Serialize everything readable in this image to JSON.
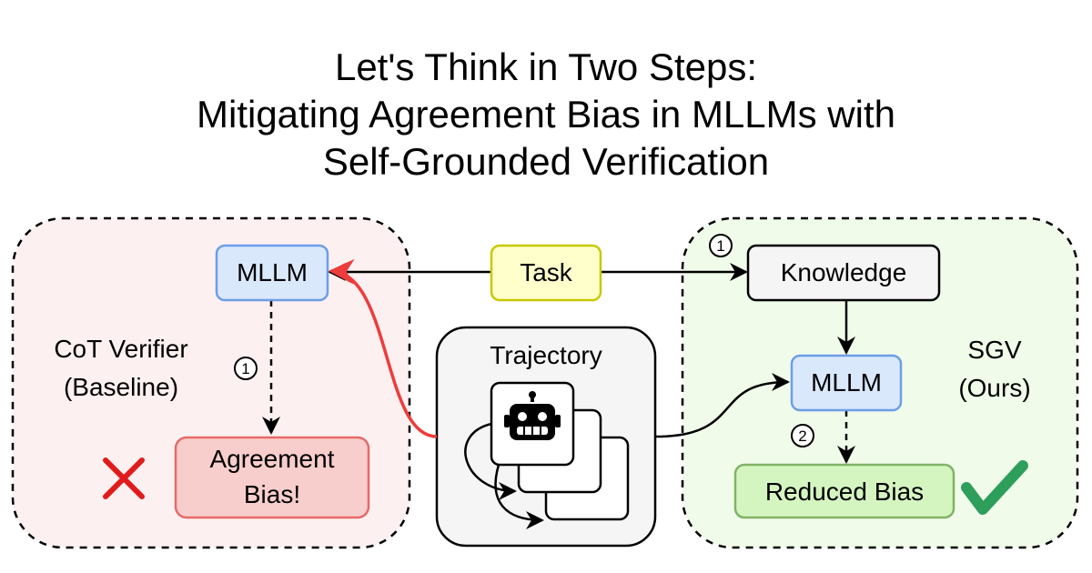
{
  "title": {
    "line1": "Let's Think in Two Steps:",
    "line2": "Mitigating Agreement Bias in MLLMs with",
    "line3": "Self-Grounded Verification"
  },
  "baseline": {
    "model": "MLLM",
    "name_line1": "CoT Verifier",
    "name_line2": "(Baseline)",
    "step": "1",
    "result_line1": "Agreement",
    "result_line2": "Bias!",
    "result_icon": "cross-icon"
  },
  "center": {
    "task": "Task",
    "trajectory": "Trajectory",
    "icon": "robot-icon"
  },
  "ours": {
    "step1": "1",
    "knowledge": "Knowledge",
    "model": "MLLM",
    "name_line1": "SGV",
    "name_line2": "(Ours)",
    "step2": "2",
    "result": "Reduced Bias",
    "result_icon": "checkmark-icon"
  },
  "colors": {
    "baseline_panel": "#fdf0f0",
    "ours_panel": "#f0fbea",
    "trajectory_panel": "#f5f5f5",
    "mllm_fill": "#dae8fc",
    "mllm_stroke": "#6c9ee8",
    "task_fill": "#ffffcc",
    "task_stroke": "#c8c800",
    "agreement_fill": "#f8cecc",
    "agreement_stroke": "#e66a6a",
    "reduced_fill": "#d5f5c0",
    "reduced_stroke": "#82b366",
    "red_arrow": "#ee3b3b",
    "cross": "#e01b1b",
    "check": "#2e9e5b"
  }
}
